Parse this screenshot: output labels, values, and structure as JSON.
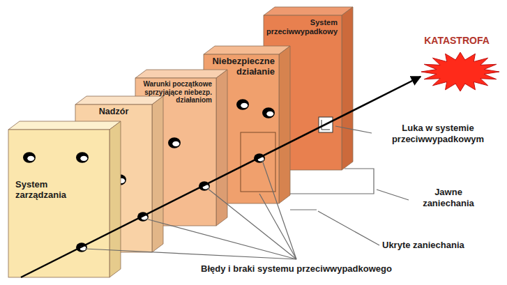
{
  "diagram": {
    "nodes": [
      {
        "text": [
          "System zarządzania"
        ]
      },
      {
        "text": [
          "Nadzór"
        ]
      },
      {
        "text": [
          "Warunki początkowe sprzyjające niebezp. działaniom"
        ]
      },
      {
        "text": [
          "Niebezpieczne działanie"
        ]
      },
      {
        "text": [
          "System przeciwwypadkowy"
        ]
      }
    ],
    "labels": [
      "KATASTROFA",
      "Luka w systemie przeciwwypadkowym",
      "Jawne zaniechania",
      "Ukryte zaniechania",
      "Błędy i braki systemu przeciwwypadkowego"
    ]
  }
}
